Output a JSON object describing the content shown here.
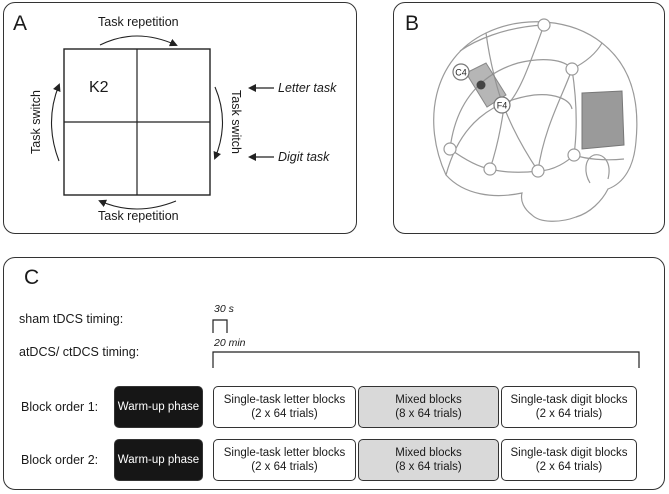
{
  "panel_a": {
    "label": "A",
    "cell_label": "K2",
    "top_arrow": "Task repetition",
    "bottom_arrow": "Task repetition",
    "left_arrow": "Task switch",
    "right_arrow": "Task switch",
    "letter_task": "Letter task",
    "digit_task": "Digit task"
  },
  "panel_b": {
    "label": "B",
    "electrode_c4": "C4",
    "electrode_f4": "F4"
  },
  "panel_c": {
    "label": "C",
    "sham_label": "sham tDCS timing:",
    "sham_duration": "30 s",
    "active_label": "atDCS/ ctDCS timing:",
    "active_duration": "20 min",
    "rows": [
      {
        "label": "Block order 1:",
        "warmup": "Warm-up phase",
        "blocks": [
          {
            "line1": "Single-task letter blocks",
            "line2": "(2 x 64 trials)"
          },
          {
            "line1": "Mixed blocks",
            "line2": "(8 x 64 trials)"
          },
          {
            "line1": "Single-task digit blocks",
            "line2": "(2 x 64 trials)"
          }
        ]
      },
      {
        "label": "Block order 2:",
        "warmup": "Warm-up phase",
        "blocks": [
          {
            "line1": "Single-task letter blocks",
            "line2": "(2 x 64 trials)"
          },
          {
            "line1": "Mixed blocks",
            "line2": "(8 x 64 trials)"
          },
          {
            "line1": "Single-task digit blocks",
            "line2": "(2 x 64 trials)"
          }
        ]
      }
    ]
  }
}
